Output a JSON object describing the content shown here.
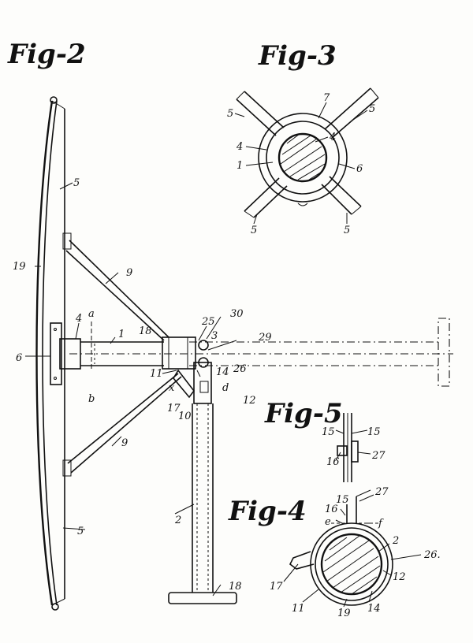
{
  "figures": {
    "fig2": {
      "title": "Fig-2"
    },
    "fig3": {
      "title": "Fig-3"
    },
    "fig4": {
      "title": "Fig-4"
    },
    "fig5": {
      "title": "Fig-5"
    }
  },
  "labels": {
    "fig2": [
      "5",
      "19",
      "9",
      "4",
      "a",
      "1",
      "18",
      "25",
      "30",
      "3",
      "29",
      "6",
      "11",
      "14",
      "26",
      "x",
      "d",
      "17",
      "10",
      "12",
      "b",
      "9",
      "2",
      "5",
      "18"
    ],
    "fig3": [
      "5",
      "7",
      "5",
      "4",
      "4",
      "1",
      "6",
      "5",
      "5"
    ],
    "fig4": [
      "15",
      "27",
      "16",
      "e",
      "f",
      "2",
      "26.",
      "17",
      "12",
      "11",
      "19",
      "14"
    ],
    "fig5": [
      "15",
      "15",
      "16",
      "27"
    ]
  }
}
